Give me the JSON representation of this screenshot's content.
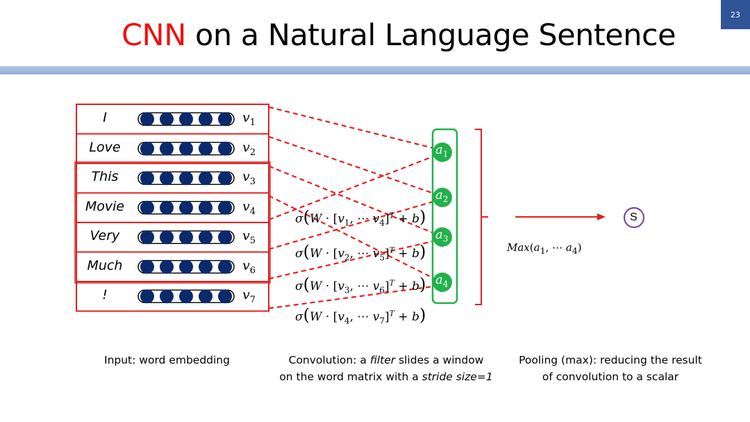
{
  "page_number": "23",
  "title": {
    "highlight": "CNN",
    "rest": " on a Natural Language Sentence"
  },
  "words": [
    {
      "word": "I",
      "vec": "v",
      "idx": "1"
    },
    {
      "word": "Love",
      "vec": "v",
      "idx": "2"
    },
    {
      "word": "This",
      "vec": "v",
      "idx": "3"
    },
    {
      "word": "Movie",
      "vec": "v",
      "idx": "4"
    },
    {
      "word": "Very",
      "vec": "v",
      "idx": "5"
    },
    {
      "word": "Much",
      "vec": "v",
      "idx": "6"
    },
    {
      "word": "!",
      "vec": "v",
      "idx": "7"
    }
  ],
  "embedding_dims": 5,
  "formulas": [
    {
      "sigma": "σ",
      "W": "W",
      "mid": " · [",
      "v": "v",
      "start": "1",
      "dots": ", ⋯ ",
      "end": "4",
      "close": "]",
      "T": "T",
      "tail": " + ",
      "b": "b",
      "rp": ")"
    },
    {
      "sigma": "σ",
      "W": "W",
      "mid": " · [",
      "v": "v",
      "start": "2",
      "dots": ", ⋯ ",
      "end": "5",
      "close": "]",
      "T": "T",
      "tail": " + ",
      "b": "b",
      "rp": ")"
    },
    {
      "sigma": "σ",
      "W": "W",
      "mid": " · [",
      "v": "v",
      "start": "3",
      "dots": ", ⋯ ",
      "end": "6",
      "close": "]",
      "T": "T",
      "tail": " + ",
      "b": "b",
      "rp": ")"
    },
    {
      "sigma": "σ",
      "W": "W",
      "mid": " · [",
      "v": "v",
      "start": "4",
      "dots": ", ⋯ ",
      "end": "7",
      "close": "]",
      "T": "T",
      "tail": " + ",
      "b": "b",
      "rp": ")"
    }
  ],
  "activations": [
    {
      "a": "a",
      "idx": "1"
    },
    {
      "a": "a",
      "idx": "2"
    },
    {
      "a": "a",
      "idx": "3"
    },
    {
      "a": "a",
      "idx": "4"
    }
  ],
  "max": {
    "fn": "Max",
    "open": "(",
    "a1": "a",
    "i1": "1",
    "sep": ", ⋯ ",
    "a2": "a",
    "i2": "4",
    "close": ")"
  },
  "output": "S",
  "captions": {
    "input": "Input: word embedding",
    "conv_line1_pre": "Convolution: a ",
    "conv_line1_em": "filter",
    "conv_line1_post": " slides a window",
    "conv_line2_pre": "on the word matrix with a ",
    "conv_line2_em": "stride size=1",
    "pool_line1": "Pooling (max): reducing the result",
    "pool_line2": "of convolution to a scalar"
  },
  "colors": {
    "accent_red": "#ee1111",
    "box_red": "#e02020",
    "dash_red": "#e61e1e",
    "dot_navy": "#0b2a6b",
    "green": "#22b14c",
    "purple": "#7a4ba0",
    "badge": "#2f5597"
  }
}
